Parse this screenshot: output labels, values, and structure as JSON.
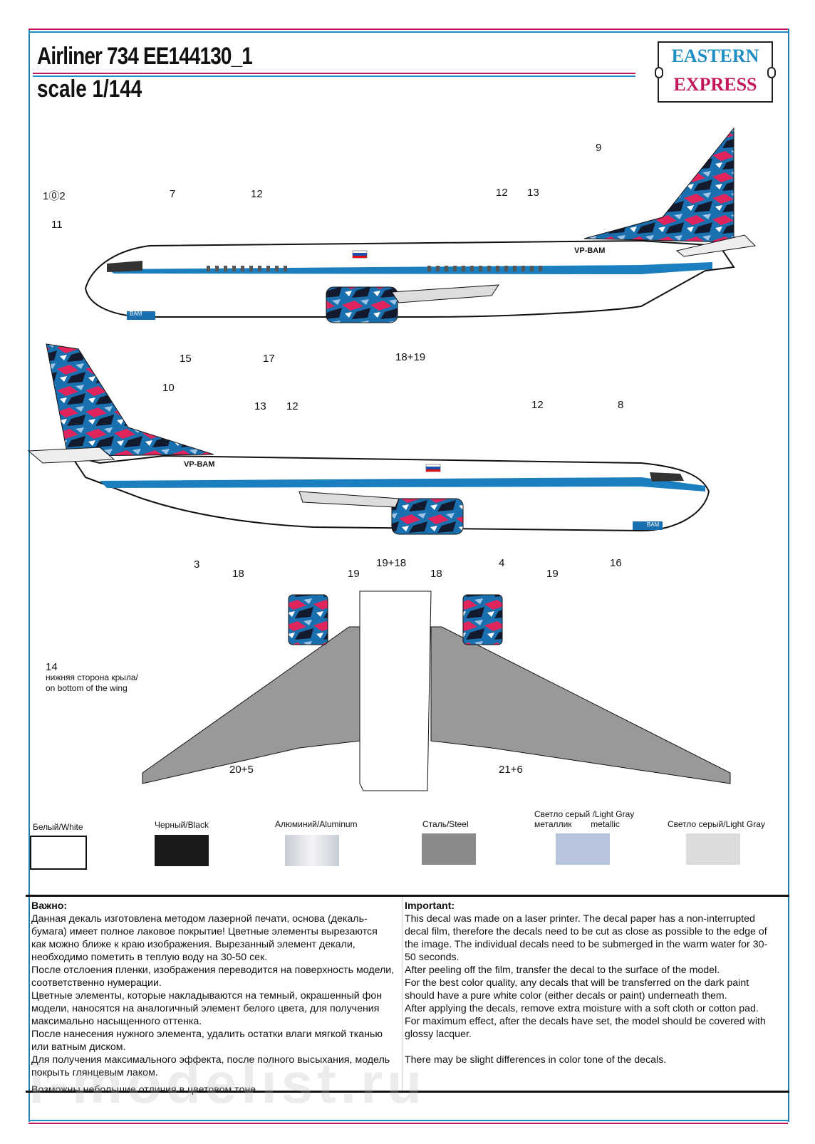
{
  "header": {
    "title": "Airliner 734 EE144130_1",
    "subtitle": "scale 1/144",
    "logo": {
      "line1": "EASTERN",
      "line2": "EXPRESS",
      "color1": "#1f8ec4",
      "color2": "#c2185b"
    }
  },
  "aircraft": {
    "registration": "VP-BAM",
    "nose_code": "BAM",
    "livery_colors": {
      "stripe": "#1b7fbf",
      "tail_blue": "#1a6fae",
      "accent_pink": "#e0245e",
      "dark": "#1a1a2e"
    }
  },
  "callouts": {
    "left_profile": [
      "1",
      "2",
      "11",
      "7",
      "12",
      "12",
      "13",
      "9",
      "15",
      "17",
      "18+19"
    ],
    "right_profile": [
      "10",
      "13",
      "12",
      "12",
      "8",
      "3",
      "19+18",
      "4",
      "16"
    ],
    "wings": [
      "18",
      "19",
      "18",
      "19",
      "20+5",
      "21+6"
    ],
    "wing_note": {
      "number": "14",
      "ru": "нижняя сторона крыла/",
      "en": "on bottom of the wing"
    }
  },
  "swatches": [
    {
      "label": "Белый/White",
      "color": "#ffffff"
    },
    {
      "label": "Черный/Black",
      "color": "#1a1a1a"
    },
    {
      "label": "Алюминий/Aluminum",
      "color": "#d9dde3"
    },
    {
      "label": "Сталь/Steel",
      "color": "#8a8a8a"
    },
    {
      "label": "Светло серый /Light Gray\nметаллик        metallic",
      "color": "#b7c6dc"
    },
    {
      "label": "Светло серый/Light Gray",
      "color": "#dcdcdc"
    }
  ],
  "notes": {
    "ru": {
      "heading": "Важно:",
      "paragraphs": [
        "Данная декаль изготовлена методом лазерной печати, основа (декаль-бумага) имеет полное лаковое покрытие!  Цветные элементы вырезаются как можно ближе к краю изображения. Вырезанный элемент декали, необходимо пометить в теплую воду на 30-50 сек.",
        "После отслоения пленки, изображения переводится на поверхность модели, соответственно нумерации.",
        "Цветные элементы, которые накладываются на темный, окрашенный фон модели, наносятся на аналогичный элемент белого цвета, для получения максимально насыщенного оттенка.",
        "После нанесения нужного элемента, удалить остатки влаги мягкой тканью или ватным диском.",
        "Для получения максимального эффекта, после полного высыхания, модель покрыть глянцевым лаком."
      ],
      "footer": "Возможны небольшие отличия в цветовом тоне."
    },
    "en": {
      "heading": "Important:",
      "paragraphs": [
        "This decal was made on a laser printer. The decal paper has a non-interrupted decal film, therefore the decals need to be cut as close as possible to the edge of the image. The individual decals need to be submerged in the warm water for 30-50 seconds.",
        "After peeling off the film, transfer the decal to the surface of the model.",
        "For the best color quality, any decals that will be transferred on the dark paint should have a pure white color (either decals or paint) underneath them.",
        "After applying the decals, remove extra moisture with a soft cloth or cotton pad.",
        "For maximum effect, after the decals have set, the model should be covered with glossy lacquer."
      ],
      "footer": "There may be slight differences in color tone of the decals."
    }
  },
  "watermark": "i-modelist.ru"
}
